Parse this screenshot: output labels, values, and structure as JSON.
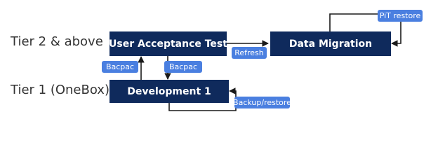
{
  "tiers": {
    "tier2_label": "Tier 2 & above",
    "tier1_label": "Tier 1 (OneBox)"
  },
  "boxes": {
    "uat": "User Acceptance Test",
    "data_migration": "Data Migration",
    "development": "Development 1"
  },
  "labels": {
    "pit_restore": "PiT restore",
    "refresh": "Refresh",
    "bacpac_up": "Bacpac",
    "bacpac_down": "Bacpac",
    "backup_restore": "Backup/restore"
  },
  "colors": {
    "box_fill": "#0f2a5c",
    "label_fill": "#4a7fe0",
    "connector": "#1a1a1a"
  }
}
